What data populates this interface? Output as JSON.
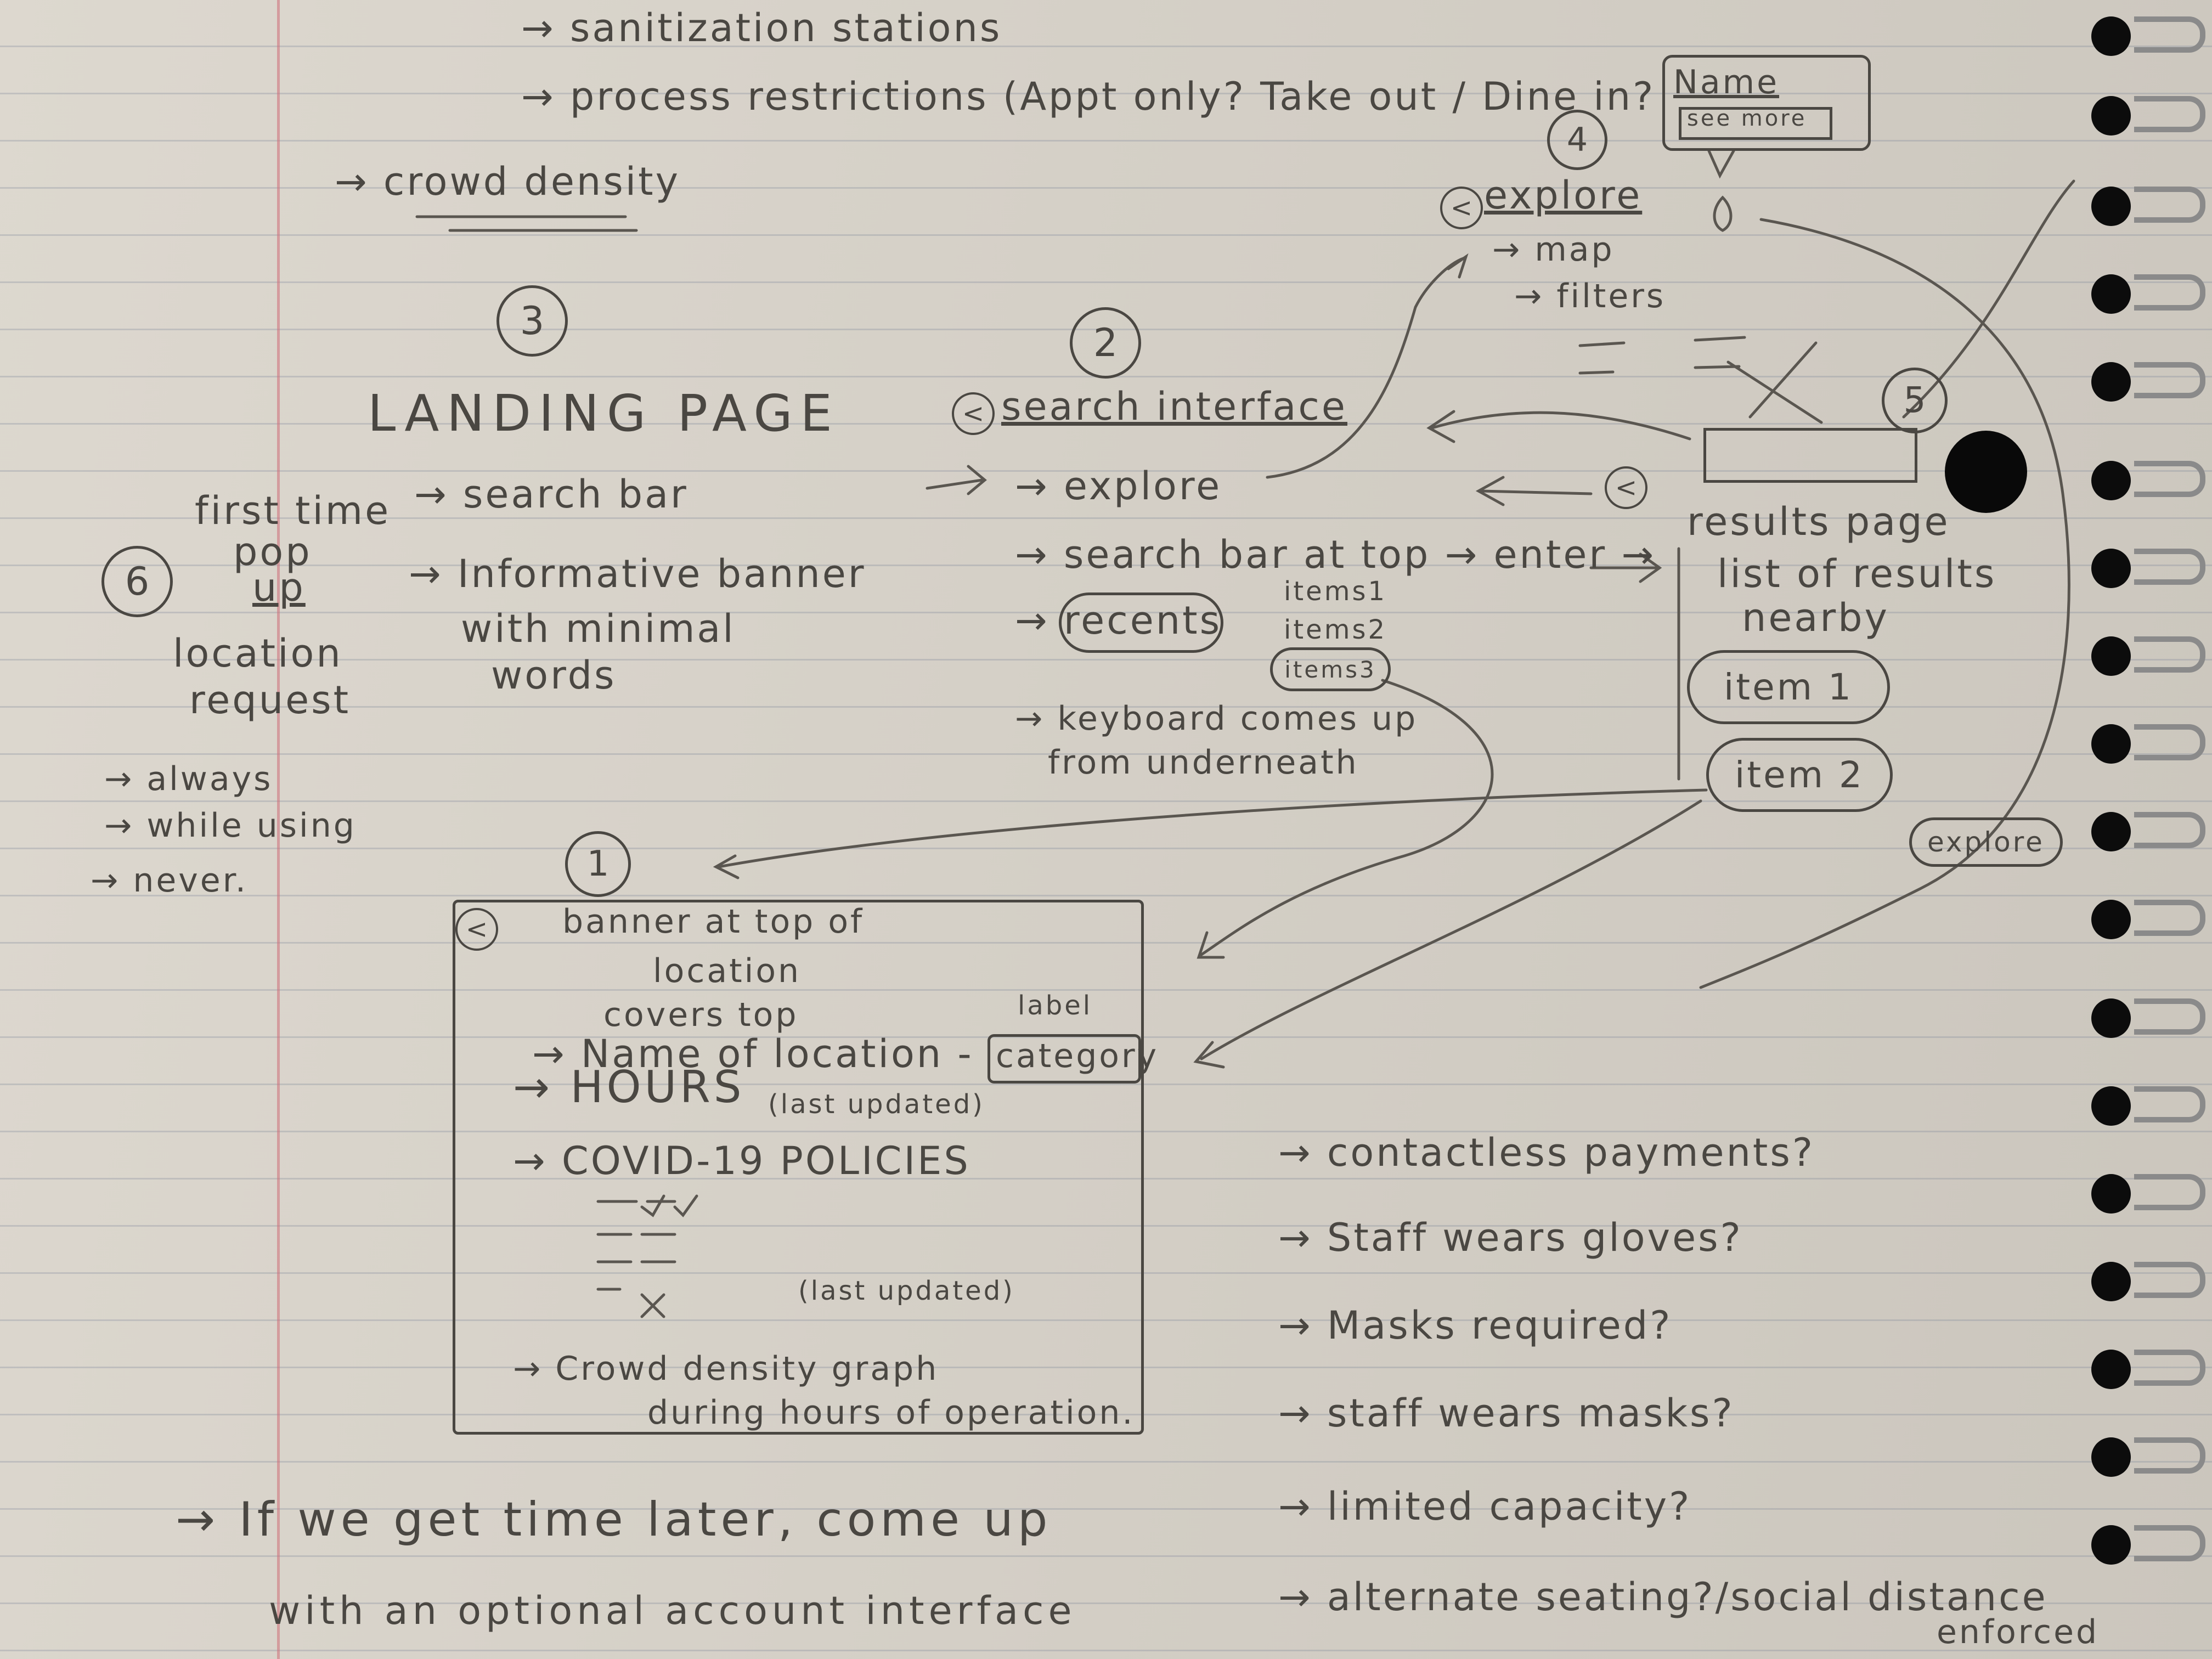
{
  "top": {
    "sanitization": "→ sanitization stations",
    "process": "→ process restrictions (Appt only? Take out / Dine in?",
    "crowd": "→ crowd density"
  },
  "landing": {
    "number": "3",
    "title": "LANDING PAGE",
    "search_bar": "→ search bar",
    "banner_line1": "→ Informative banner",
    "banner_line2": "with minimal",
    "banner_line3": "words"
  },
  "popup": {
    "number": "6",
    "title_line1": "first time",
    "title_line2": "pop",
    "title_line3": "up",
    "request_line1": "location",
    "request_line2": "request",
    "options": [
      "→ always",
      "→ while using",
      "→ never."
    ]
  },
  "search": {
    "number": "2",
    "back": "<",
    "title": "search interface",
    "explore": "→ explore",
    "search_top": "→ search bar at top → enter →",
    "recents": "→ recents",
    "recent_items": [
      "items1",
      "items2",
      "items3"
    ],
    "keyboard_line1": "→ keyboard comes up",
    "keyboard_line2": "from underneath"
  },
  "explore": {
    "number": "4",
    "back": "<",
    "title": "explore",
    "map": "→ map",
    "filters": "→ filters",
    "popup_name": "Name",
    "popup_see_more": "see more"
  },
  "results": {
    "number": "5",
    "back": "<",
    "title": "results page",
    "list_line1": "list of results",
    "list_line2": "nearby",
    "items": [
      "item 1",
      "item 2"
    ],
    "explore_label": "explore"
  },
  "location": {
    "number": "1",
    "back": "<",
    "banner_line1": "banner at top of",
    "banner_line2": "location",
    "covers": "covers top",
    "label": "label",
    "name": "→ Name of location -",
    "category": "category",
    "hours": "→ HOURS",
    "last_updated_hours": "(last updated)",
    "covid": "→ COVID-19 POLICIES",
    "last_updated_policies": "(last updated)",
    "graph_line1": "→ Crowd density graph",
    "graph_line2": "during hours of operation."
  },
  "policies": [
    "→ contactless payments?",
    "→ Staff wears gloves?",
    "→ Masks required?",
    "→ staff wears masks?",
    "→ limited capacity?",
    "→ alternate seating?/social distance",
    "enforced"
  ],
  "footer": {
    "line1": "→ If we get time later, come up",
    "line2": "with an optional account interface"
  }
}
